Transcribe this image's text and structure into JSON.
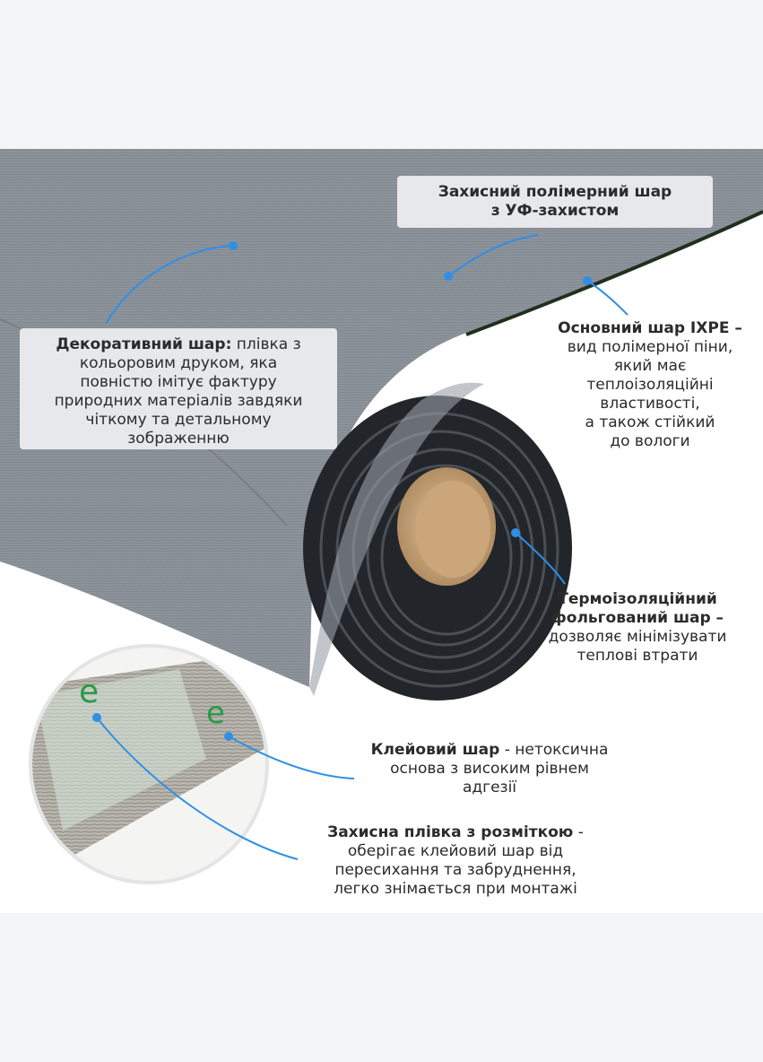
{
  "labels": {
    "protective_layer": {
      "line1": "Захисний полімерний шар",
      "line2": "з УФ-захистом"
    },
    "decorative_layer": {
      "title": "Декоративний шар:",
      "text1": " плівка з",
      "line2": "кольоровим друком, яка",
      "line3": "повністю імітує фактуру",
      "line4": "природних матеріалів завдяки",
      "line5": "чіткому та детальному",
      "line6": "зображенню"
    },
    "ixpe_layer": {
      "title": "Основний шар IXPE  –",
      "line2": "вид полімерної піни,",
      "line3": "який має",
      "line4": "теплоізоляційні",
      "line5": "властивості,",
      "line6": "а також стійкий",
      "line7": "до вологи"
    },
    "thermal_layer": {
      "title1": "Термоізоляційний",
      "title2": "фольгований шар  –",
      "line3": "дозволяє мінімізувати",
      "line4": "теплові втрати"
    },
    "adhesive_layer": {
      "title": "Клейовий шар",
      "text1": " - нетоксична",
      "line2": "основа з високим рівнем",
      "line3": "адгезії"
    },
    "release_film": {
      "title": "Захисна плівка з розміткою",
      "text1": " -",
      "line2": "оберігає клейовий шар від",
      "line3": "пересихання та забруднення,",
      "line4": "легко знімається при монтажі"
    }
  },
  "colors": {
    "pointer_line": "#2f8fe6",
    "text": "#2b2b2b",
    "label_box": "#eeeff1"
  }
}
